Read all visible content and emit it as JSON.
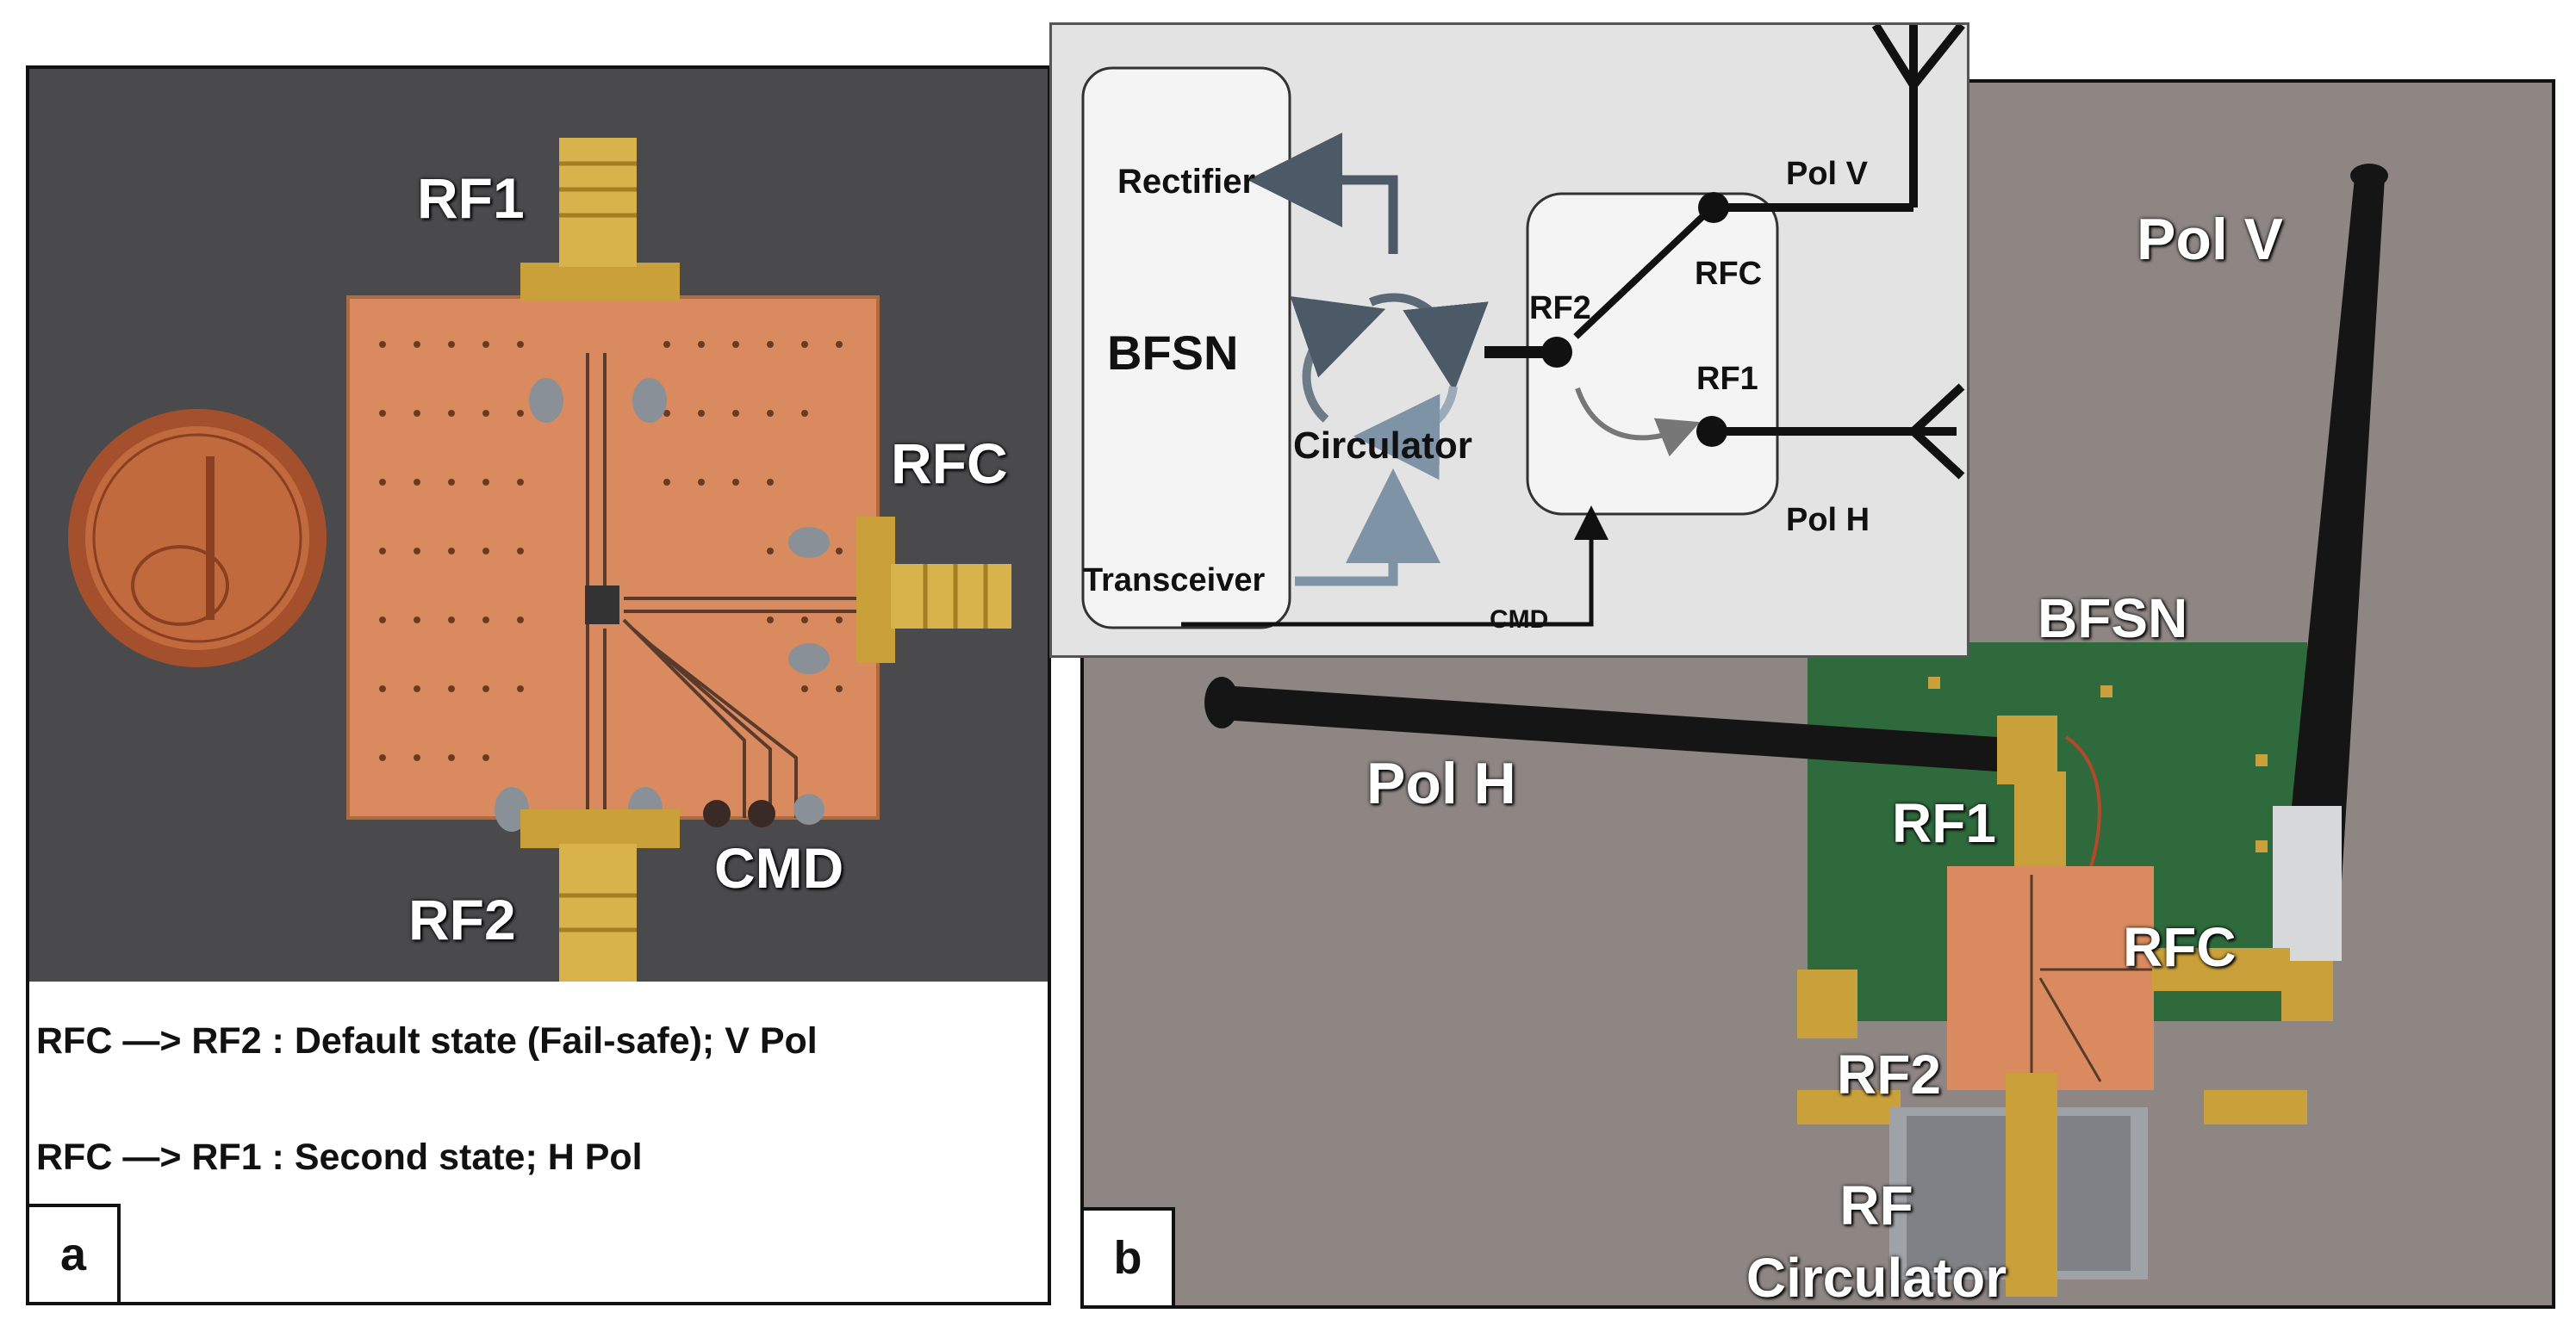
{
  "panel_a": {
    "tag": "a",
    "labels": {
      "rf1": "RF1",
      "rf2": "RF2",
      "rfc": "RFC",
      "cmd": "CMD"
    },
    "captions": [
      "RFC —> RF2 : Default state (Fail-safe); V Pol",
      "RFC —> RF1 : Second state; H Pol"
    ]
  },
  "panel_b": {
    "tag": "b",
    "photo_labels": {
      "pol_v": "Pol V",
      "pol_h": "Pol H",
      "bfsn": "BFSN",
      "rf1": "RF1",
      "rfc": "RFC",
      "rf2": "RF2",
      "rf_circulator_line1": "RF",
      "rf_circulator_line2": "Circulator"
    },
    "diagram": {
      "rectifier": "Rectifier",
      "bfsn": "BFSN",
      "circulator": "Circulator",
      "transceiver": "Transceiver",
      "rf2": "RF2",
      "rfc": "RFC",
      "rf1": "RF1",
      "pol_v": "Pol V",
      "pol_h": "Pol H",
      "cmd": "CMD"
    }
  },
  "colors": {
    "pcb_copper": "#d98a5e",
    "gold": "#c9a03a",
    "background_a": "#4a4a4c",
    "background_b": "#8d8683",
    "green_pcb": "#2f6a3c"
  }
}
